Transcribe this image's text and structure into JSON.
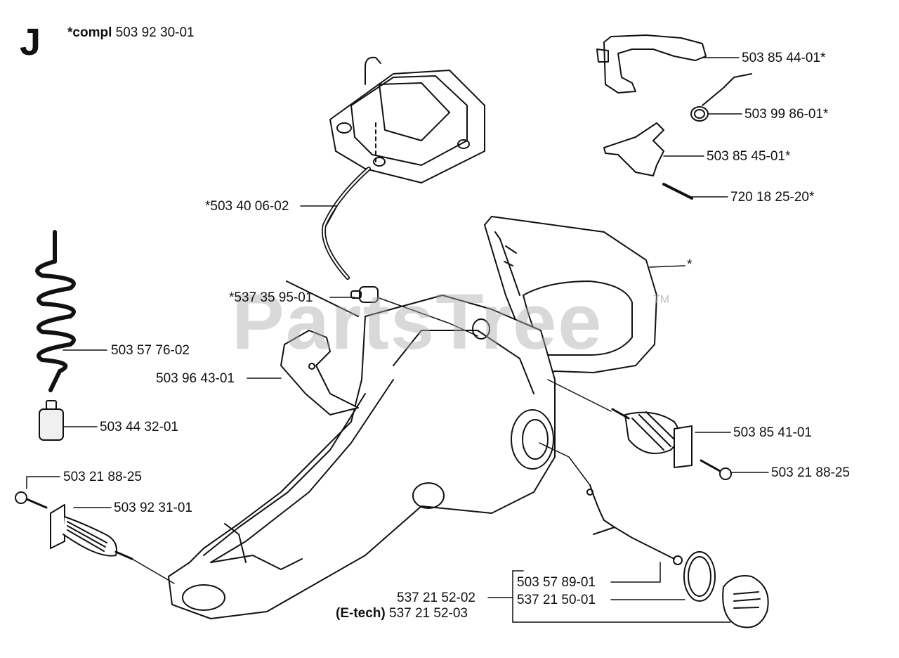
{
  "section": {
    "letter": "J",
    "compl_prefix": "*compl",
    "compl_number": "503 92 30-01"
  },
  "watermark": {
    "text": "PartsTree",
    "tm": "TM"
  },
  "labels": {
    "throttle_trigger": "503 85 44-01*",
    "spring": "503 99 86-01*",
    "throttle_lockout": "503 85 45-01*",
    "pin": "720 18 25-20*",
    "fuel_hose": "*503 40 06-02",
    "handle_star": "*",
    "fuel_filter_insert": "*537 35 95-01",
    "hose_coil": "503 57 76-02",
    "bracket": "503 96 43-01",
    "fuel_filter": "503 44 32-01",
    "av_spring_right": "503 85 41-01",
    "screw_right": "503 21 88-25",
    "screw_left": "503 21 88-25",
    "av_spring_left": "503 92 31-01",
    "cap_strap": "503 57 89-01",
    "fuel_cap_group": "537 21 52-02",
    "fuel_cap_etech_prefix": "(E-tech)",
    "fuel_cap_etech_number": "537 21 52-03",
    "fuel_cap": "537 21 50-01"
  }
}
